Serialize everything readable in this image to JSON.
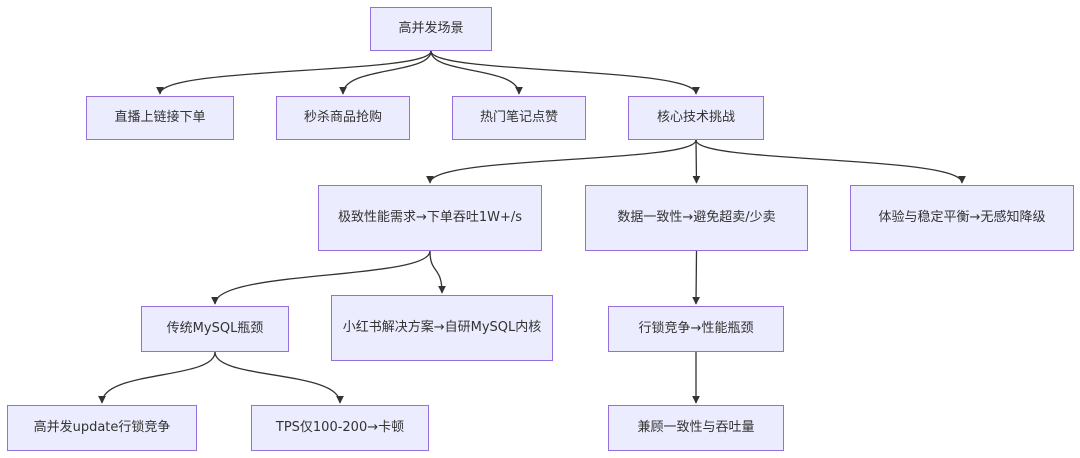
{
  "colors": {
    "node_fill": "#ececff",
    "node_border": "#9370db",
    "edge": "#333333",
    "text": "#333333"
  },
  "nodes": {
    "root": "高并发场景",
    "live": "直播上链接下单",
    "flash": "秒杀商品抢购",
    "notes": "热门笔记点赞",
    "core": "核心技术挑战",
    "perf": "极致性能需求→下单吞吐1W+/s",
    "consistency": "数据一致性→避免超卖/少卖",
    "balance": "体验与稳定平衡→无感知降级",
    "mysql": "传统MySQL瓶颈",
    "xhs": "小红书解决方案→自研MySQL内核",
    "lock": "行锁竞争→性能瓶颈",
    "update": "高并发update行锁竞争",
    "tps": "TPS仅100-200→卡顿",
    "tradeoff": "兼顾一致性与吞吐量"
  },
  "edges": [
    [
      "root",
      "live"
    ],
    [
      "root",
      "flash"
    ],
    [
      "root",
      "notes"
    ],
    [
      "root",
      "core"
    ],
    [
      "core",
      "perf"
    ],
    [
      "core",
      "consistency"
    ],
    [
      "core",
      "balance"
    ],
    [
      "perf",
      "mysql"
    ],
    [
      "perf",
      "xhs"
    ],
    [
      "consistency",
      "lock"
    ],
    [
      "mysql",
      "update"
    ],
    [
      "mysql",
      "tps"
    ],
    [
      "lock",
      "tradeoff"
    ]
  ]
}
